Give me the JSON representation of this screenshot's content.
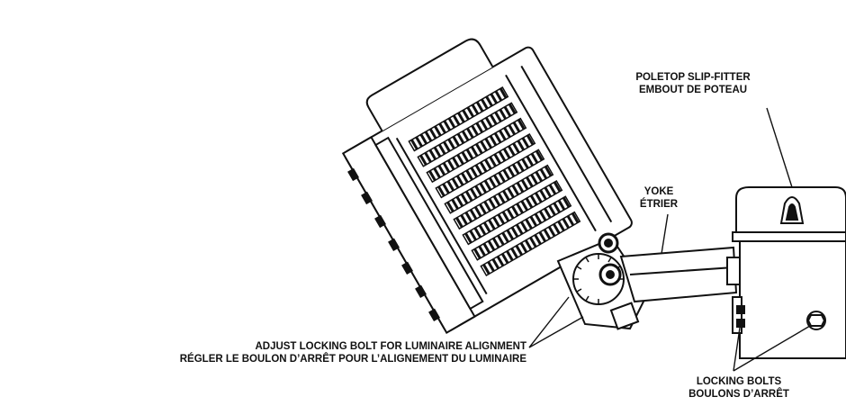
{
  "callouts": {
    "poletop": {
      "line1": "POLETOP SLIP-FITTER",
      "line2": "EMBOUT DE POTEAU"
    },
    "yoke": {
      "line1": "YOKE",
      "line2": "ÉTRIER"
    },
    "adjust": {
      "line1": "ADJUST LOCKING BOLT FOR LUMINAIRE ALIGNMENT",
      "line2": "RÉGLER LE BOULON D’ARRÊT POUR L’ALIGNEMENT DU LUMINAIRE"
    },
    "locking": {
      "line1": "LOCKING BOLTS",
      "line2": "BOULONS D’ARRÊT"
    }
  },
  "colors": {
    "ink": "#111111",
    "paper": "#ffffff"
  }
}
